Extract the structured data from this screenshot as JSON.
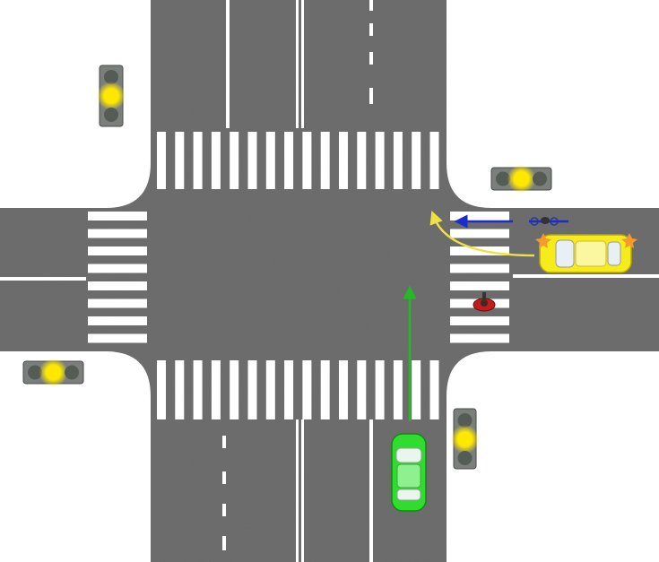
{
  "scene": {
    "background_color": "#ffffff",
    "road_color": "#6e6e6e",
    "marking_color": "#ffffff"
  },
  "traffic_lights": [
    {
      "id": "north-west",
      "orientation": "vertical",
      "active_lamp": "yellow"
    },
    {
      "id": "north-east",
      "orientation": "horizontal",
      "active_lamp": "yellow"
    },
    {
      "id": "south-west",
      "orientation": "horizontal",
      "active_lamp": "yellow"
    },
    {
      "id": "south-east",
      "orientation": "vertical",
      "active_lamp": "yellow"
    }
  ],
  "vehicles": [
    {
      "id": "green-car",
      "color": "#2fdc2f",
      "heading": "north",
      "path": "straight",
      "arrow_color": "#22bb22"
    },
    {
      "id": "yellow-car",
      "color": "#f6ec1c",
      "heading": "west",
      "path": "turn-right",
      "arrow_color": "#f0e040",
      "turn_signal": "on"
    }
  ],
  "cyclist": {
    "heading": "west",
    "arrow_color": "#1a2ccc"
  },
  "pedestrian": {
    "color": "#c21d1d",
    "location": "east-crosswalk"
  },
  "lamp_colors": {
    "active": "#ffe800",
    "off": "#555b55",
    "housing": "#7b7f7b"
  }
}
